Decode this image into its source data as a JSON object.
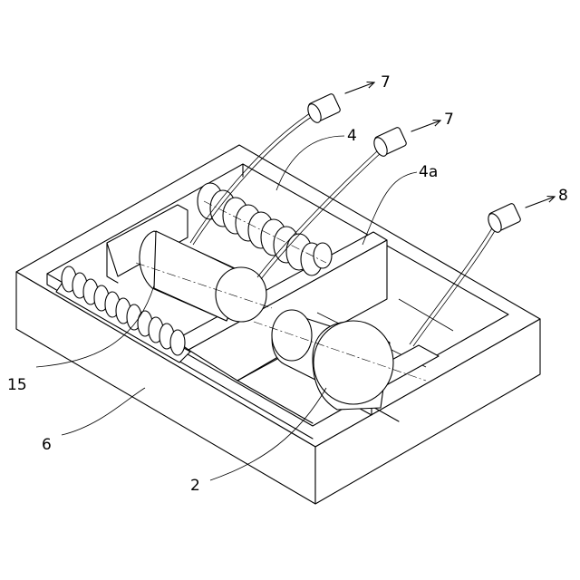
{
  "labels": {
    "lead_7a": "7",
    "lead_7b": "7",
    "lead_8": "8",
    "coil_4": "4",
    "coil_4a": "4a",
    "coil_15": "15",
    "case_6": "6",
    "magnet_2": "2"
  },
  "colors": {
    "ink": "#000000",
    "paper": "#ffffff"
  },
  "icons": {
    "lead_arrow": "arrow-right-up-icon"
  }
}
